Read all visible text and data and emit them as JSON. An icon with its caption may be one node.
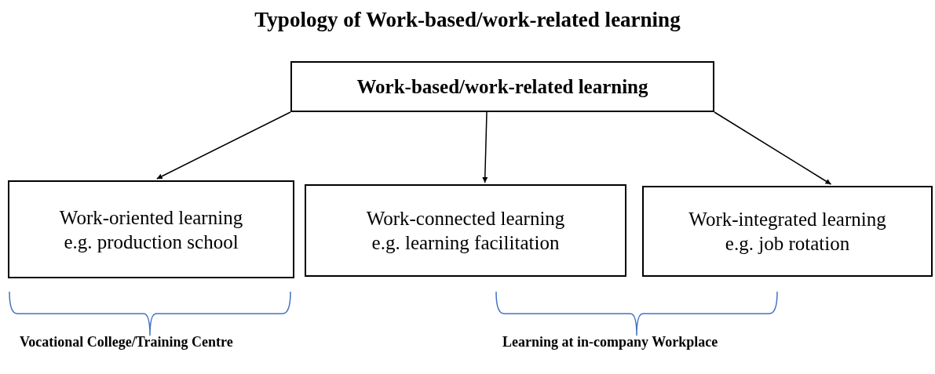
{
  "diagram": {
    "title": "Typology of Work-based/work-related learning",
    "nodes": [
      {
        "text": [
          "Work-based/work-related learning"
        ]
      },
      {
        "text": [
          "Work-oriented learning",
          "e.g. production school"
        ]
      },
      {
        "text": [
          "Work-connected learning",
          "e.g. learning facilitation"
        ]
      },
      {
        "text": [
          "Work-integrated learning",
          "e.g. job rotation"
        ]
      }
    ],
    "edges": [
      {
        "from": 0,
        "to": 1,
        "arrow": "to"
      },
      {
        "from": 0,
        "to": 2,
        "arrow": "to"
      },
      {
        "from": 0,
        "to": 3,
        "arrow": "to"
      }
    ],
    "labels": [
      "Vocational College/Training Centre",
      "Learning at in-company Workplace"
    ]
  }
}
